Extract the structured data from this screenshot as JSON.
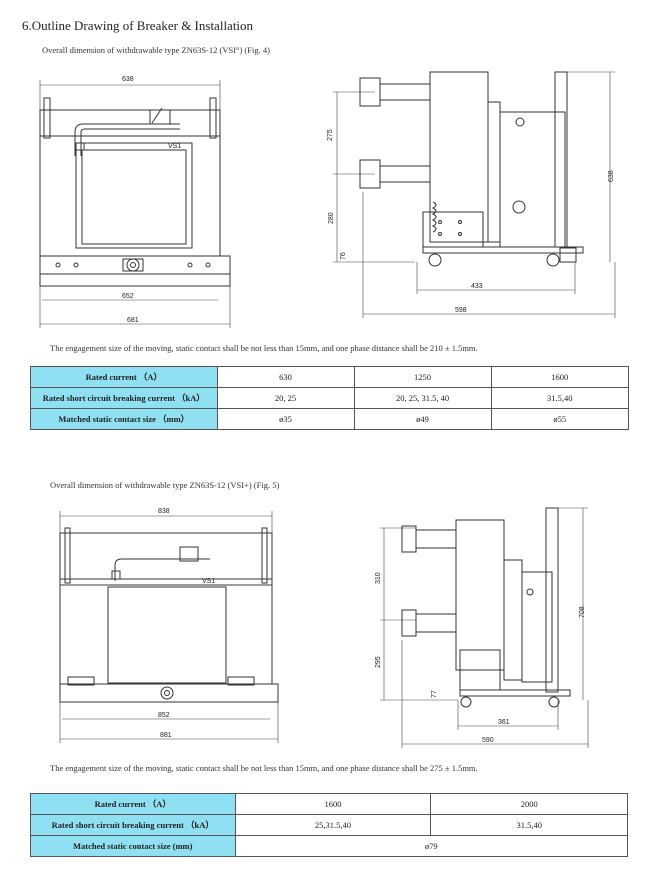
{
  "section_title": "6.Outline Drawing of Breaker & Installation",
  "fig4": {
    "caption": "Overall dimension of withdrawable type ZN63S-12 (VSI°) (Fig. 4)",
    "front": {
      "dim_top": "638",
      "label": "VS1",
      "dim_mid": "652",
      "dim_bot": "681"
    },
    "side": {
      "dim_275": "275",
      "dim_280": "280",
      "dim_76": "76",
      "dim_638": "638",
      "dim_433": "433",
      "dim_598": "598"
    },
    "note": "The engagement size of the moving, static contact shall be not less than 15mm, and one phase distance shall be 210 ± 1.5mm.",
    "table": {
      "rows": [
        {
          "label": "Rated current （A）",
          "values": [
            "630",
            "1250",
            "1600"
          ]
        },
        {
          "label": "Rated short circuit breaking current （kA）",
          "values": [
            "20, 25",
            "20, 25, 31.5, 40",
            "31.5,40"
          ]
        },
        {
          "label": "Matched static contact size （mm）",
          "values": [
            "ø35",
            "ø49",
            "ø55"
          ]
        }
      ]
    }
  },
  "fig5": {
    "caption": "Overall dimension of withdrawable type ZN63S-12 (VSI+) (Fig. 5)",
    "front": {
      "dim_top": "838",
      "label": "VS1",
      "dim_mid": "852",
      "dim_bot": "881"
    },
    "side": {
      "dim_310": "310",
      "dim_295": "295",
      "dim_77": "77",
      "dim_708": "708",
      "dim_361": "361",
      "dim_590": "590"
    },
    "note": "The engagement size of the moving, static contact shall be not less than 15mm, and one phase distance shall be 275 ± 1.5mm.",
    "table": {
      "rows": [
        {
          "label": "Rated current （A）",
          "values": [
            "1600",
            "2000"
          ]
        },
        {
          "label": "Rated short circuit breaking current （kA）",
          "values": [
            "25,31.5,40",
            "31.5,40"
          ]
        },
        {
          "label": "Matched static contact size (mm)",
          "values": [
            "ø79"
          ]
        }
      ]
    }
  }
}
